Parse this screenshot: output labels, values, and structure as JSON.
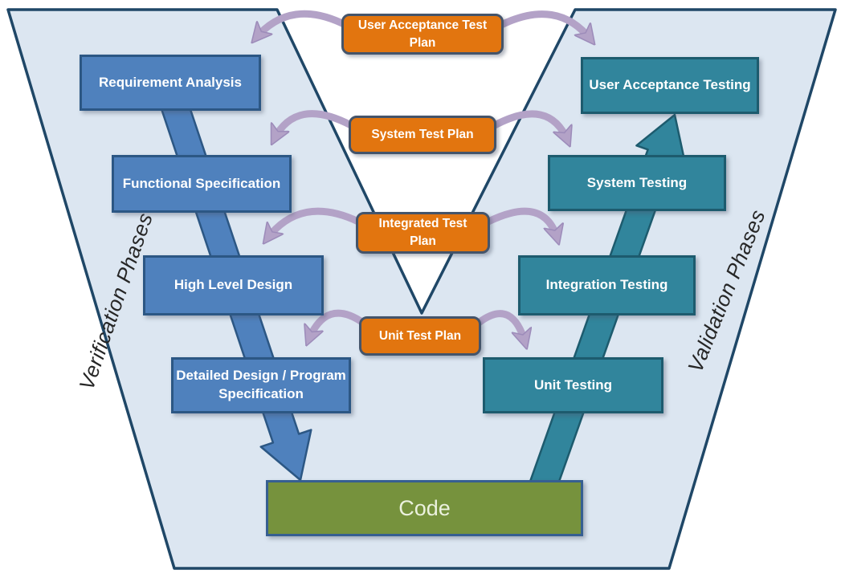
{
  "verification": {
    "side_label": "Verification Phases",
    "phases": [
      {
        "label": "Requirement Analysis"
      },
      {
        "label": "Functional Specification"
      },
      {
        "label": "High Level Design"
      },
      {
        "label": "Detailed Design / Program Specification"
      }
    ]
  },
  "validation": {
    "side_label": "Validation Phases",
    "phases": [
      {
        "label": "User Acceptance Testing"
      },
      {
        "label": "System Testing"
      },
      {
        "label": "Integration Testing"
      },
      {
        "label": "Unit Testing"
      }
    ]
  },
  "test_plans": [
    {
      "label": "User Acceptance Test Plan"
    },
    {
      "label": "System Test Plan"
    },
    {
      "label": "Integrated Test Plan"
    },
    {
      "label": "Unit Test Plan"
    }
  ],
  "code": {
    "label": "Code"
  },
  "icons": {
    "down_arrow": "verification-flow-arrow",
    "up_arrow": "validation-flow-arrow",
    "curved_arrows": "plan-link-arrow"
  },
  "colors": {
    "panel_fill": "#dce6f1",
    "panel_border": "#1f4767",
    "phase_blue": "#4f81bd",
    "phase_blue_border": "#2c5784",
    "testing_teal": "#31859c",
    "testing_teal_border": "#1d5b6e",
    "plan_orange": "#e2750f",
    "plan_border": "#44546a",
    "code_green": "#76923d",
    "code_border": "#365f91",
    "arrow_purple": "#b3a2c7",
    "side_label_color": "#262626"
  }
}
